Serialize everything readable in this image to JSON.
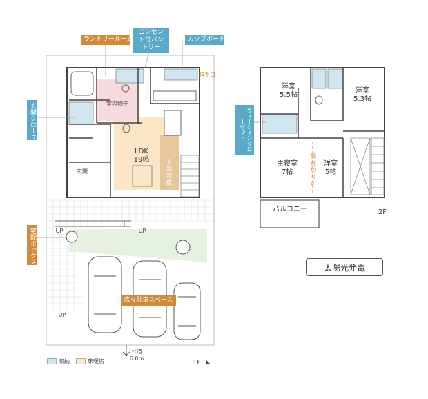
{
  "callouts": {
    "laundry": "ランドリールーム",
    "outlet_pantry": "コンセント付パントリー",
    "cupboard": "カップボード",
    "entrance_cloak": "玄関クローク",
    "delivery_box": "宅配ボックス",
    "parking": "広々駐車スペース",
    "walkin_closet": "ウォークインクローゼット"
  },
  "floor1": {
    "indoor_drying": "室内物干",
    "ldk": "LDK",
    "ldk_size": "19帖",
    "atrium": "上部吹抜",
    "entrance": "玄関",
    "back_door": "勝手口",
    "up1": "UP",
    "up2": "UP",
    "up3": "UP",
    "road": "公道",
    "road_width": "6.0m",
    "floor_label": "1F"
  },
  "floor2": {
    "room_a": "洋室",
    "room_a_size": "5.5帖",
    "room_b": "洋室",
    "room_b_size": "5.3帖",
    "master": "主寝室",
    "master_size": "7帖",
    "room_c": "洋室",
    "room_c_size": "5帖",
    "partition": "間仕切り可",
    "balcony": "バルコニー",
    "floor_label": "2F"
  },
  "solar": "太陽光発電",
  "legend": {
    "storage": "収納",
    "floor_heating": "床暖房"
  },
  "colors": {
    "storage": "#cfe6f0",
    "floor_heating": "#fbe6c6",
    "laundry_pink": "#f6dadd",
    "garden": "#e6f1e1",
    "callout_blue": "#5aa9c9",
    "callout_orange": "#d18a3a",
    "atrium_tan": "#e6c79c"
  }
}
